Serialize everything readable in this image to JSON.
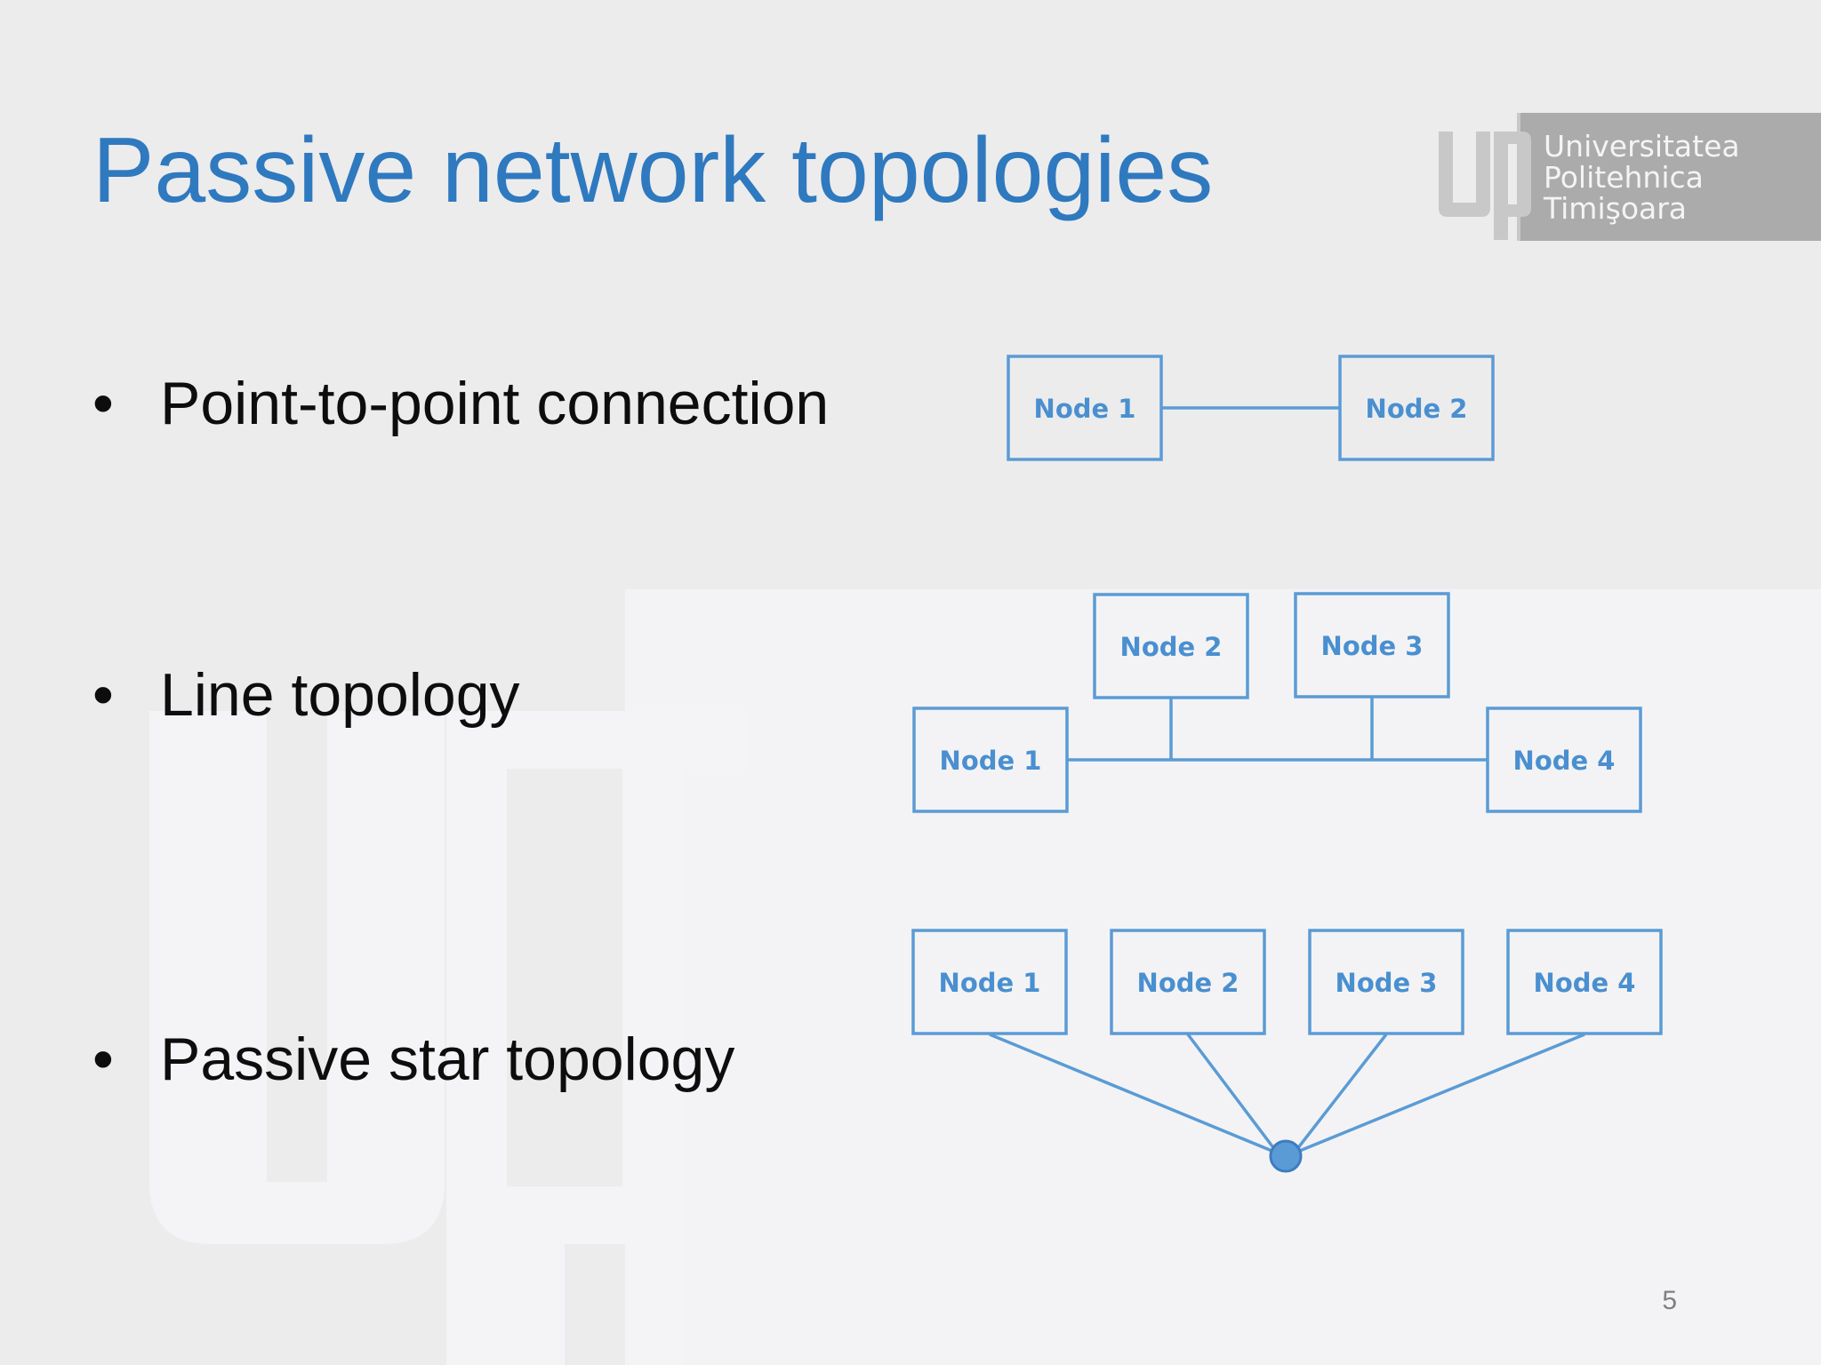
{
  "slide": {
    "title": "Passive network topologies",
    "page_number": "5"
  },
  "logo": {
    "lines": [
      "Universitatea",
      "Politehnica",
      "Timişoara"
    ]
  },
  "bullets": [
    {
      "marker": "•",
      "text": "Point-to-point connection"
    },
    {
      "marker": "•",
      "text": "Line topology"
    },
    {
      "marker": "•",
      "text": "Passive star topology"
    }
  ],
  "diagrams": {
    "point_to_point": {
      "nodes": [
        "Node 1",
        "Node 2"
      ]
    },
    "line": {
      "nodes": [
        "Node 2",
        "Node 3",
        "Node 1",
        "Node 4"
      ]
    },
    "star": {
      "nodes": [
        "Node 1",
        "Node 2",
        "Node 3",
        "Node 4"
      ]
    }
  },
  "colors": {
    "title": "#2f79bf",
    "node_stroke": "#5b9bd5",
    "node_text": "#4a8fd0",
    "hub_fill": "#5b9bd5"
  }
}
